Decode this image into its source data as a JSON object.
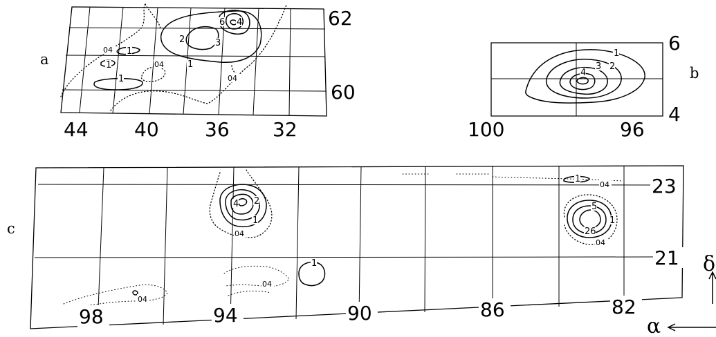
{
  "panels": {
    "a": {
      "label": "a",
      "ra_ticks": [
        "44",
        "40",
        "36",
        "32"
      ],
      "dec_ticks": [
        "62",
        "60"
      ],
      "contour_labels": [
        "6",
        "4",
        "2",
        "3",
        "1",
        "04",
        "1",
        "1",
        "04",
        "04",
        "1"
      ]
    },
    "b": {
      "label": "b",
      "ra_ticks": [
        "100",
        "96"
      ],
      "dec_ticks": [
        "6",
        "4"
      ],
      "contour_labels": [
        "1",
        "2",
        "3",
        "4"
      ]
    },
    "c": {
      "label": "c",
      "ra_ticks": [
        "98",
        "94",
        "90",
        "86",
        "82"
      ],
      "dec_ticks": [
        "23",
        "21"
      ],
      "contour_labels": [
        "4",
        "2",
        "1",
        "04",
        "1",
        "04",
        "04",
        "1",
        "04",
        "5",
        "1",
        "26",
        "04"
      ]
    }
  },
  "axes": {
    "dec_symbol": "δ",
    "ra_symbol": "α"
  }
}
